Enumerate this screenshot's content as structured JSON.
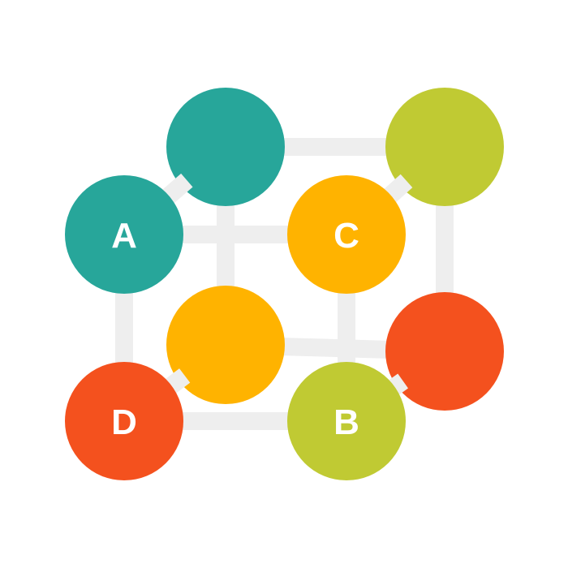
{
  "diagram": {
    "type": "cube-molecule",
    "colors": {
      "teal": "#27a69a",
      "lime": "#c0ca33",
      "amber": "#ffb300",
      "orange": "#f4511e",
      "bond": "#eeeeee",
      "cap": "#d9d9d9",
      "label": "#ffffff"
    },
    "nodes": [
      {
        "id": "back-top-left",
        "label": "",
        "color": "teal"
      },
      {
        "id": "back-top-right",
        "label": "",
        "color": "lime"
      },
      {
        "id": "back-bottom-left",
        "label": "",
        "color": "amber"
      },
      {
        "id": "back-bottom-right",
        "label": "",
        "color": "orange"
      },
      {
        "id": "front-top-left",
        "label": "A",
        "color": "teal"
      },
      {
        "id": "front-top-right",
        "label": "C",
        "color": "amber"
      },
      {
        "id": "front-bottom-left",
        "label": "D",
        "color": "orange"
      },
      {
        "id": "front-bottom-right",
        "label": "B",
        "color": "lime"
      }
    ],
    "edges": [
      [
        "back-top-left",
        "back-top-right"
      ],
      [
        "back-top-left",
        "back-bottom-left"
      ],
      [
        "back-top-right",
        "back-bottom-right"
      ],
      [
        "back-bottom-left",
        "back-bottom-right"
      ],
      [
        "front-top-left",
        "back-top-left"
      ],
      [
        "front-top-right",
        "back-top-right"
      ],
      [
        "front-bottom-left",
        "back-bottom-left"
      ],
      [
        "front-bottom-right",
        "back-bottom-right"
      ],
      [
        "front-top-left",
        "front-top-right"
      ],
      [
        "front-top-left",
        "front-bottom-left"
      ],
      [
        "front-top-right",
        "front-bottom-right"
      ],
      [
        "front-bottom-left",
        "front-bottom-right"
      ]
    ]
  }
}
